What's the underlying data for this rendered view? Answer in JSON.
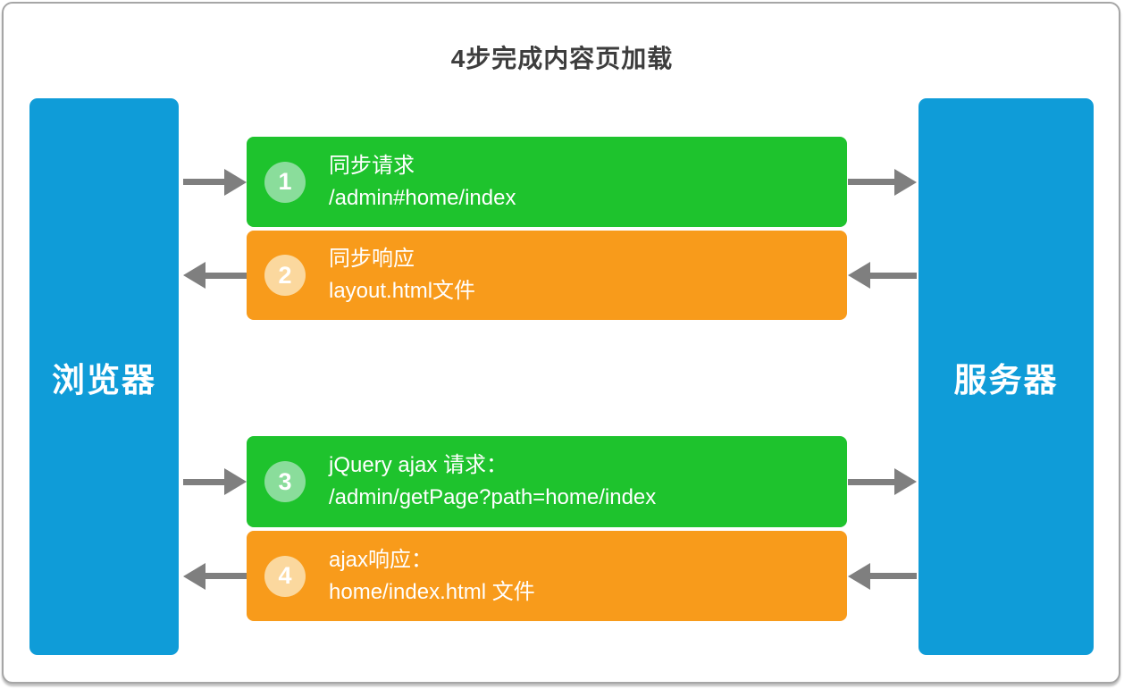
{
  "title": "4步完成内容页加载",
  "endpoints": {
    "left": {
      "label": "浏览器"
    },
    "right": {
      "label": "服务器"
    }
  },
  "steps": [
    {
      "number": "1",
      "type": "request",
      "direction": "right",
      "line1": "同步请求",
      "line2": "/admin#home/index"
    },
    {
      "number": "2",
      "type": "response",
      "direction": "left",
      "line1": "同步响应",
      "line2": "layout.html文件"
    },
    {
      "number": "3",
      "type": "request",
      "direction": "right",
      "line1": "jQuery ajax 请求：",
      "line2": "/admin/getPage?path=home/index"
    },
    {
      "number": "4",
      "type": "response",
      "direction": "left",
      "line1": "ajax响应：",
      "line2": "home/index.html 文件"
    }
  ],
  "colors": {
    "request-green": "#1ec32d",
    "response-orange": "#f89b1b",
    "endpoint-blue": "#0f9cd8",
    "arrow-gray": "#7f7f7f",
    "circle-green": "#8add9b",
    "circle-orange": "#fbd89e",
    "title-text": "#3d3d3d",
    "frame-border": "#a6a6a6"
  }
}
